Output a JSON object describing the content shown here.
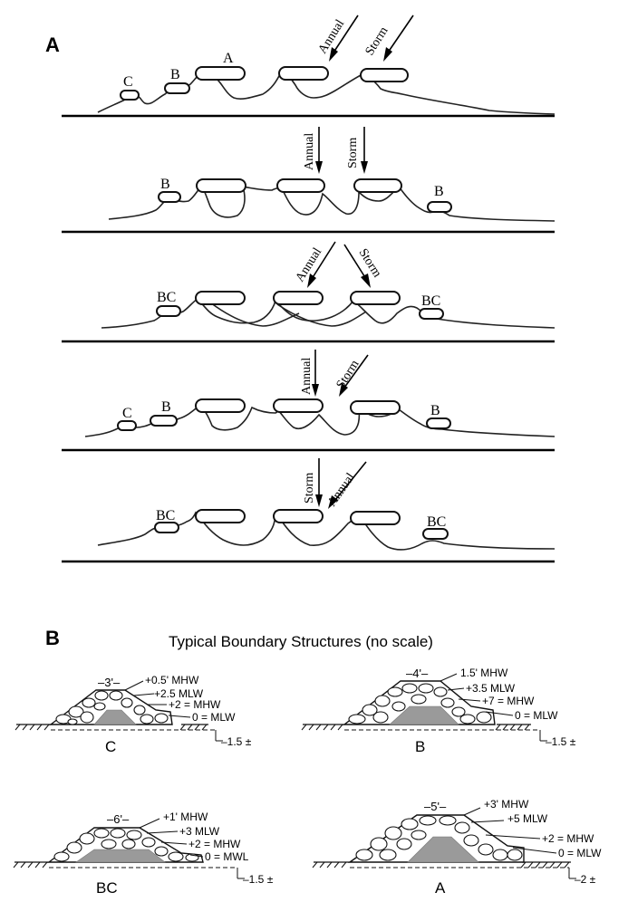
{
  "panel_a": {
    "label": "A",
    "rows": [
      {
        "labels": [
          "C",
          "B",
          "A"
        ],
        "arrows": [
          "Annual",
          "Storm"
        ]
      },
      {
        "labels": [
          "B",
          "B"
        ],
        "arrows": [
          "Annual",
          "Storm"
        ]
      },
      {
        "labels": [
          "BC",
          "BC"
        ],
        "arrows": [
          "Annual",
          "Storm"
        ]
      },
      {
        "labels": [
          "C",
          "B",
          "B"
        ],
        "arrows": [
          "Annual",
          "Storm"
        ]
      },
      {
        "labels": [
          "BC",
          "BC"
        ],
        "arrows": [
          "Storm",
          "Annual"
        ]
      }
    ]
  },
  "panel_b": {
    "label": "B",
    "title": "Typical Boundary Structures (no scale)",
    "structures": [
      {
        "name": "C",
        "width": "–3'–",
        "elev": [
          "+0.5' MHW",
          "+2.5 MLW",
          "+2 = MHW",
          "0 = MLW"
        ],
        "toe": "–1.5 ±"
      },
      {
        "name": "B",
        "width": "–4'–",
        "elev": [
          "1.5' MHW",
          "+3.5 MLW",
          "+7 = MHW",
          "0 = MLW"
        ],
        "toe": "–1.5 ±"
      },
      {
        "name": "BC",
        "width": "–6'–",
        "elev": [
          "+1' MHW",
          "+3 MLW",
          "+2 = MHW",
          "0 = MWL"
        ],
        "toe": "–1.5 ±"
      },
      {
        "name": "A",
        "width": "–5'–",
        "elev": [
          "+3' MHW",
          "+5 MLW",
          "+2 = MHW",
          "0 = MLW"
        ],
        "toe": "–2 ±"
      }
    ]
  }
}
